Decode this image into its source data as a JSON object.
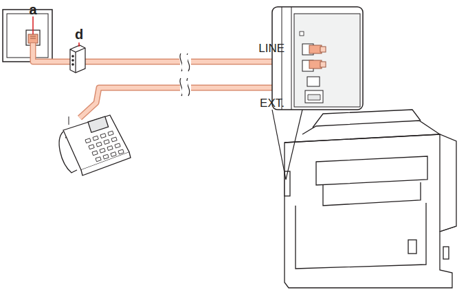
{
  "diagram": {
    "labels": [
      "a",
      "d",
      "LINE",
      "EXT."
    ]
  }
}
